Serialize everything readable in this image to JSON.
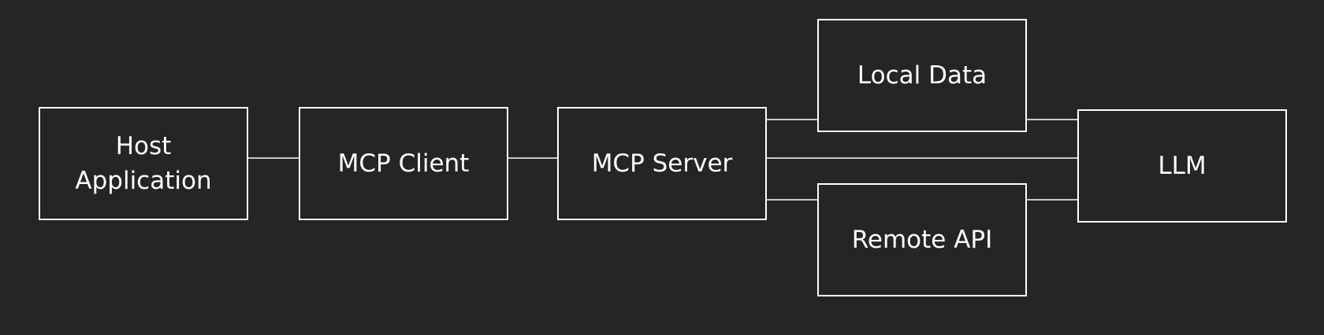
{
  "diagram": {
    "nodes": {
      "host_application": {
        "label": "Host Application"
      },
      "mcp_client": {
        "label": "MCP Client"
      },
      "mcp_server": {
        "label": "MCP Server"
      },
      "local_data": {
        "label": "Local Data"
      },
      "remote_api": {
        "label": "Remote API"
      },
      "llm": {
        "label": "LLM"
      }
    },
    "edges": [
      {
        "from": "host_application",
        "to": "mcp_client"
      },
      {
        "from": "mcp_client",
        "to": "mcp_server"
      },
      {
        "from": "mcp_server",
        "to": "local_data"
      },
      {
        "from": "mcp_server",
        "to": "llm"
      },
      {
        "from": "mcp_server",
        "to": "remote_api"
      },
      {
        "from": "local_data",
        "to": "llm"
      },
      {
        "from": "remote_api",
        "to": "llm"
      }
    ],
    "colors": {
      "background": "#252525",
      "stroke": "#ffffff",
      "text": "#ffffff"
    }
  }
}
